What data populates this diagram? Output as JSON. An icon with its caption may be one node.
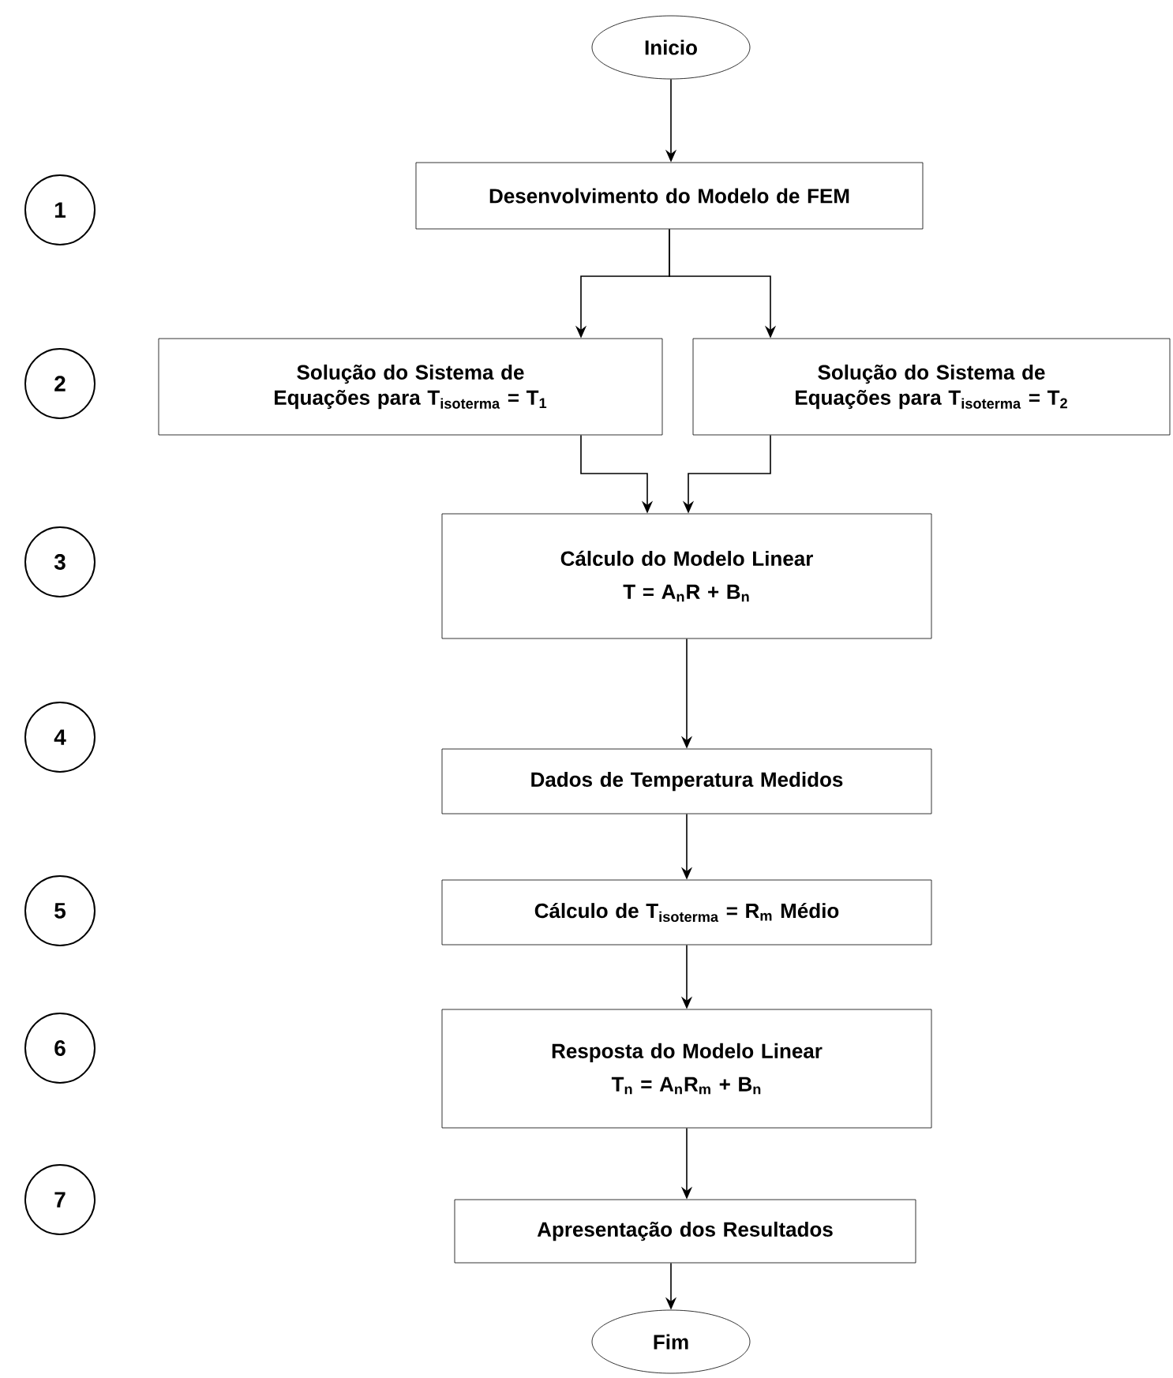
{
  "diagram": {
    "nodes": [
      {
        "text": [
          "Inicio"
        ]
      },
      {
        "text": [
          "1"
        ]
      },
      {
        "text": [
          "Desenvolvimento do Modelo de FEM"
        ]
      },
      {
        "text": [
          "2"
        ]
      },
      {
        "text": [
          "Solução do Sistema de Equações para T$_{isoterma}$ = T$_{1}$"
        ]
      },
      {
        "text": [
          "Solução do Sistema de Equações para T$_{isoterma}$ = T$_{2}$"
        ]
      },
      {
        "text": [
          "3"
        ]
      },
      {
        "text": [
          "Cálculo do Modelo Linear",
          "T = A$_{n}$R + B$_{n}$"
        ]
      },
      {
        "text": [
          "4"
        ]
      },
      {
        "text": [
          "Dados de Temperatura Medidos"
        ]
      },
      {
        "text": [
          "5"
        ]
      },
      {
        "text": [
          "Cálculo de T$_{isoterma}$ = R$_{m}$ Médio"
        ]
      },
      {
        "text": [
          "6"
        ]
      },
      {
        "text": [
          "Resposta do Modelo Linear",
          "T$_{n}$ = A$_{n}$R$_{m}$ + B$_{n}$"
        ]
      },
      {
        "text": [
          "7"
        ]
      },
      {
        "text": [
          "Apresentação dos Resultados"
        ]
      },
      {
        "text": [
          "Fim"
        ]
      }
    ],
    "edges": [
      {
        "from": 0,
        "to": 2,
        "arrow": "to"
      },
      {
        "from": 2,
        "to": 4,
        "arrow": "to"
      },
      {
        "from": 2,
        "to": 5,
        "arrow": "to"
      },
      {
        "from": 4,
        "to": 7,
        "arrow": "to"
      },
      {
        "from": 5,
        "to": 7,
        "arrow": "to"
      },
      {
        "from": 7,
        "to": 9,
        "arrow": "to"
      },
      {
        "from": 9,
        "to": 11,
        "arrow": "to"
      },
      {
        "from": 11,
        "to": 13,
        "arrow": "to"
      },
      {
        "from": 13,
        "to": 15,
        "arrow": "to"
      },
      {
        "from": 15,
        "to": 16,
        "arrow": "to"
      }
    ]
  }
}
